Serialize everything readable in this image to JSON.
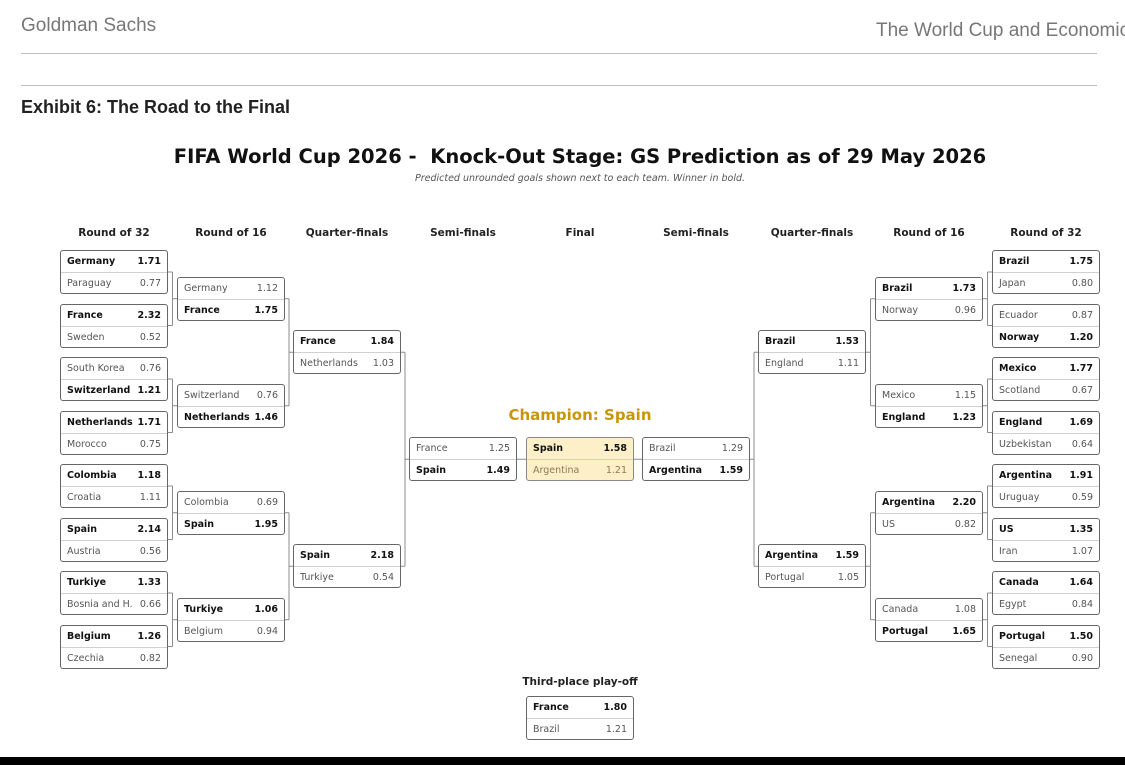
{
  "header": {
    "brand": "Goldman Sachs",
    "doc_title": "The World Cup and Economics"
  },
  "exhibit": {
    "title": "Exhibit 6: The Road to the Final"
  },
  "chart": {
    "title": "FIFA World Cup 2026 -  Knock-Out Stage: GS Prediction as of 29 May 2026",
    "subtitle": "Predicted unrounded goals shown next to each team. Winner in bold.",
    "champion": "Champion: Spain",
    "third_place_label": "Third-place play-off",
    "columns": [
      "Round of 32",
      "Round of 16",
      "Quarter-finals",
      "Semi-finals",
      "Final",
      "Semi-finals",
      "Quarter-finals",
      "Round of 16",
      "Round of 32"
    ]
  },
  "chart_data": {
    "type": "table",
    "left": {
      "r32": [
        [
          [
            "Germany",
            "1.71",
            true
          ],
          [
            "Paraguay",
            "0.77",
            false
          ]
        ],
        [
          [
            "France",
            "2.32",
            true
          ],
          [
            "Sweden",
            "0.52",
            false
          ]
        ],
        [
          [
            "South Korea",
            "0.76",
            false
          ],
          [
            "Switzerland",
            "1.21",
            true
          ]
        ],
        [
          [
            "Netherlands",
            "1.71",
            true
          ],
          [
            "Morocco",
            "0.75",
            false
          ]
        ],
        [
          [
            "Colombia",
            "1.18",
            true
          ],
          [
            "Croatia",
            "1.11",
            false
          ]
        ],
        [
          [
            "Spain",
            "2.14",
            true
          ],
          [
            "Austria",
            "0.56",
            false
          ]
        ],
        [
          [
            "Turkiye",
            "1.33",
            true
          ],
          [
            "Bosnia and H.",
            "0.66",
            false
          ]
        ],
        [
          [
            "Belgium",
            "1.26",
            true
          ],
          [
            "Czechia",
            "0.82",
            false
          ]
        ]
      ],
      "r16": [
        [
          [
            "Germany",
            "1.12",
            false
          ],
          [
            "France",
            "1.75",
            true
          ]
        ],
        [
          [
            "Switzerland",
            "0.76",
            false
          ],
          [
            "Netherlands",
            "1.46",
            true
          ]
        ],
        [
          [
            "Colombia",
            "0.69",
            false
          ],
          [
            "Spain",
            "1.95",
            true
          ]
        ],
        [
          [
            "Turkiye",
            "1.06",
            true
          ],
          [
            "Belgium",
            "0.94",
            false
          ]
        ]
      ],
      "qf": [
        [
          [
            "France",
            "1.84",
            true
          ],
          [
            "Netherlands",
            "1.03",
            false
          ]
        ],
        [
          [
            "Spain",
            "2.18",
            true
          ],
          [
            "Turkiye",
            "0.54",
            false
          ]
        ]
      ],
      "sf": [
        [
          [
            "France",
            "1.25",
            false
          ],
          [
            "Spain",
            "1.49",
            true
          ]
        ]
      ]
    },
    "final": [
      [
        "Spain",
        "1.58",
        true
      ],
      [
        "Argentina",
        "1.21",
        false
      ]
    ],
    "right": {
      "sf": [
        [
          [
            "Brazil",
            "1.29",
            false
          ],
          [
            "Argentina",
            "1.59",
            true
          ]
        ]
      ],
      "qf": [
        [
          [
            "Brazil",
            "1.53",
            true
          ],
          [
            "England",
            "1.11",
            false
          ]
        ],
        [
          [
            "Argentina",
            "1.59",
            true
          ],
          [
            "Portugal",
            "1.05",
            false
          ]
        ]
      ],
      "r16": [
        [
          [
            "Brazil",
            "1.73",
            true
          ],
          [
            "Norway",
            "0.96",
            false
          ]
        ],
        [
          [
            "Mexico",
            "1.15",
            false
          ],
          [
            "England",
            "1.23",
            true
          ]
        ],
        [
          [
            "Argentina",
            "2.20",
            true
          ],
          [
            "US",
            "0.82",
            false
          ]
        ],
        [
          [
            "Canada",
            "1.08",
            false
          ],
          [
            "Portugal",
            "1.65",
            true
          ]
        ]
      ],
      "r32": [
        [
          [
            "Brazil",
            "1.75",
            true
          ],
          [
            "Japan",
            "0.80",
            false
          ]
        ],
        [
          [
            "Ecuador",
            "0.87",
            false
          ],
          [
            "Norway",
            "1.20",
            true
          ]
        ],
        [
          [
            "Mexico",
            "1.77",
            true
          ],
          [
            "Scotland",
            "0.67",
            false
          ]
        ],
        [
          [
            "England",
            "1.69",
            true
          ],
          [
            "Uzbekistan",
            "0.64",
            false
          ]
        ],
        [
          [
            "Argentina",
            "1.91",
            true
          ],
          [
            "Uruguay",
            "0.59",
            false
          ]
        ],
        [
          [
            "US",
            "1.35",
            true
          ],
          [
            "Iran",
            "1.07",
            false
          ]
        ],
        [
          [
            "Canada",
            "1.64",
            true
          ],
          [
            "Egypt",
            "0.84",
            false
          ]
        ],
        [
          [
            "Portugal",
            "1.50",
            true
          ],
          [
            "Senegal",
            "0.90",
            false
          ]
        ]
      ]
    },
    "third_place": [
      [
        "France",
        "1.80",
        true
      ],
      [
        "Brazil",
        "1.21",
        false
      ]
    ]
  }
}
